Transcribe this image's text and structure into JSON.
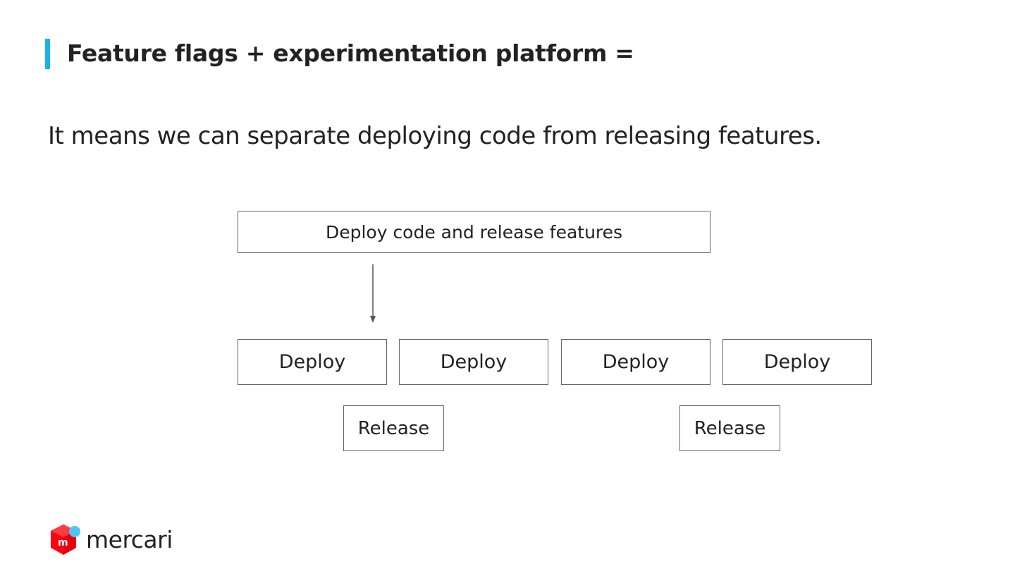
{
  "slide": {
    "title": "Feature flags + experimentation platform  =",
    "subtitle": "It means we can separate deploying code from releasing features."
  },
  "diagram": {
    "top_box": "Deploy code and release features",
    "deploy_boxes": [
      "Deploy",
      "Deploy",
      "Deploy",
      "Deploy"
    ],
    "release_boxes": [
      "Release",
      "Release"
    ]
  },
  "branding": {
    "logo_text": "mercari",
    "logo_icon": "mercari-box-icon",
    "accent_color": "#1ab2ea",
    "logo_red": "#ff0211",
    "logo_blue": "#4dc8f3"
  }
}
